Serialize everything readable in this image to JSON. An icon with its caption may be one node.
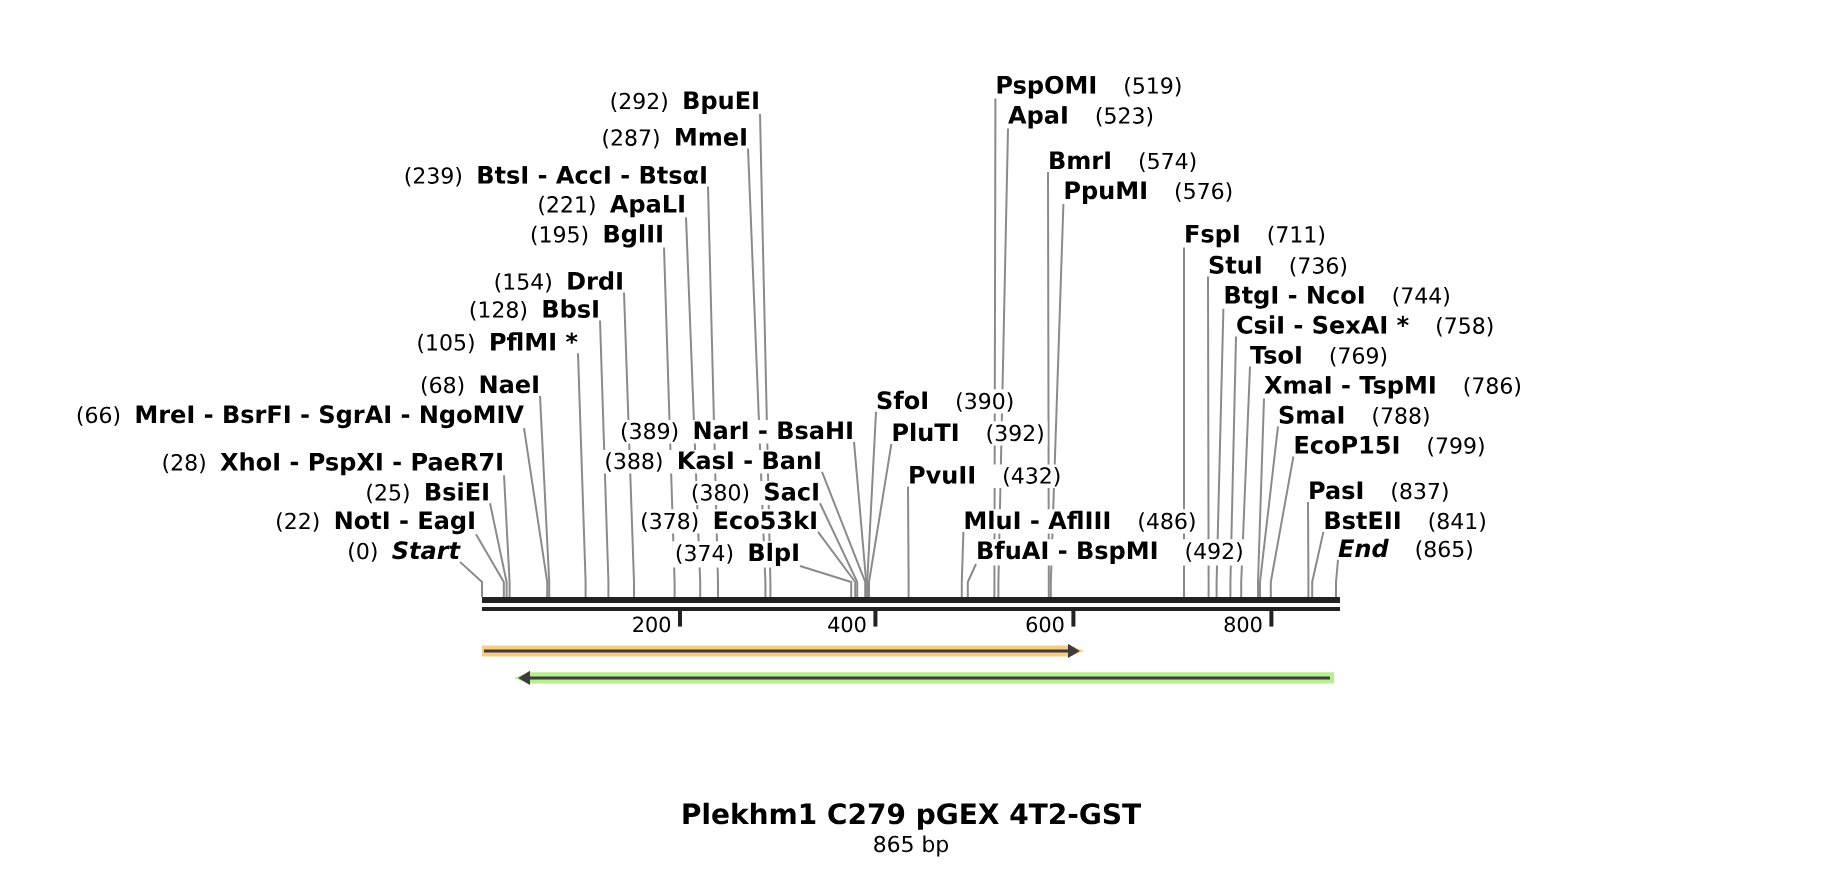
{
  "diagram": {
    "title": "Plekhm1 C279 pGEX 4T2-GST",
    "caption": "865 bp",
    "nodes": [
      {
        "text": [
          "(0)",
          "Start"
        ]
      },
      {
        "text": [
          "(22)",
          "NotI - EagI"
        ]
      },
      {
        "text": [
          "(25)",
          "BsiEI"
        ]
      },
      {
        "text": [
          "(28)",
          "XhoI - PspXI - PaeR7I"
        ]
      },
      {
        "text": [
          "(66)",
          "MreI - BsrFI - SgrAI - NgoMIV"
        ]
      },
      {
        "text": [
          "(68)",
          "NaeI"
        ]
      },
      {
        "text": [
          "(105)",
          "PflMI *"
        ]
      },
      {
        "text": [
          "(128)",
          "BbsI"
        ]
      },
      {
        "text": [
          "(154)",
          "DrdI"
        ]
      },
      {
        "text": [
          "(195)",
          "BglII"
        ]
      },
      {
        "text": [
          "(221)",
          "ApaLI"
        ]
      },
      {
        "text": [
          "(239)",
          "BtsI - AccI - BtsαI"
        ]
      },
      {
        "text": [
          "(287)",
          "MmeI"
        ]
      },
      {
        "text": [
          "(292)",
          "BpuEI"
        ]
      },
      {
        "text": [
          "(374)",
          "BlpI"
        ]
      },
      {
        "text": [
          "(378)",
          "Eco53kI"
        ]
      },
      {
        "text": [
          "(380)",
          "SacI"
        ]
      },
      {
        "text": [
          "(388)",
          "KasI - BanI"
        ]
      },
      {
        "text": [
          "(389)",
          "NarI - BsaHI"
        ]
      },
      {
        "text": [
          "SfoI",
          "(390)"
        ]
      },
      {
        "text": [
          "PluTI",
          "(392)"
        ]
      },
      {
        "text": [
          "PvuII",
          "(432)"
        ]
      },
      {
        "text": [
          "MluI - AflIII",
          "(486)"
        ]
      },
      {
        "text": [
          "BfuAI - BspMI",
          "(492)"
        ]
      },
      {
        "text": [
          "PspOMI",
          "(519)"
        ]
      },
      {
        "text": [
          "ApaI",
          "(523)"
        ]
      },
      {
        "text": [
          "BmrI",
          "(574)"
        ]
      },
      {
        "text": [
          "PpuMI",
          "(576)"
        ]
      },
      {
        "text": [
          "FspI",
          "(711)"
        ]
      },
      {
        "text": [
          "StuI",
          "(736)"
        ]
      },
      {
        "text": [
          "BtgI - NcoI",
          "(744)"
        ]
      },
      {
        "text": [
          "CsiI - SexAI *",
          "(758)"
        ]
      },
      {
        "text": [
          "TsoI",
          "(769)"
        ]
      },
      {
        "text": [
          "XmaI - TspMI",
          "(786)"
        ]
      },
      {
        "text": [
          "SmaI",
          "(788)"
        ]
      },
      {
        "text": [
          "EcoP15I",
          "(799)"
        ]
      },
      {
        "text": [
          "PasI",
          "(837)"
        ]
      },
      {
        "text": [
          "BstEII",
          "(841)"
        ]
      },
      {
        "text": [
          "End",
          "(865)"
        ]
      },
      {
        "text": [],
        "shape": "bar"
      }
    ],
    "edges": [
      {
        "from": 0,
        "to": 39,
        "arrow": "none"
      },
      {
        "from": 1,
        "to": 39,
        "arrow": "none"
      },
      {
        "from": 2,
        "to": 39,
        "arrow": "none"
      },
      {
        "from": 3,
        "to": 39,
        "arrow": "none"
      },
      {
        "from": 4,
        "to": 39,
        "arrow": "none"
      },
      {
        "from": 5,
        "to": 39,
        "arrow": "none"
      },
      {
        "from": 6,
        "to": 39,
        "arrow": "none"
      },
      {
        "from": 7,
        "to": 39,
        "arrow": "none"
      },
      {
        "from": 8,
        "to": 39,
        "arrow": "none"
      },
      {
        "from": 9,
        "to": 39,
        "arrow": "none"
      },
      {
        "from": 10,
        "to": 39,
        "arrow": "none"
      },
      {
        "from": 11,
        "to": 39,
        "arrow": "none"
      },
      {
        "from": 12,
        "to": 39,
        "arrow": "none"
      },
      {
        "from": 13,
        "to": 39,
        "arrow": "none"
      },
      {
        "from": 14,
        "to": 39,
        "arrow": "none"
      },
      {
        "from": 15,
        "to": 39,
        "arrow": "none"
      },
      {
        "from": 16,
        "to": 39,
        "arrow": "none"
      },
      {
        "from": 17,
        "to": 39,
        "arrow": "none"
      },
      {
        "from": 18,
        "to": 39,
        "arrow": "none"
      },
      {
        "from": 19,
        "to": 39,
        "arrow": "none"
      },
      {
        "from": 20,
        "to": 39,
        "arrow": "none"
      },
      {
        "from": 21,
        "to": 39,
        "arrow": "none"
      },
      {
        "from": 22,
        "to": 39,
        "arrow": "none"
      },
      {
        "from": 23,
        "to": 39,
        "arrow": "none"
      },
      {
        "from": 24,
        "to": 39,
        "arrow": "none"
      },
      {
        "from": 25,
        "to": 39,
        "arrow": "none"
      },
      {
        "from": 26,
        "to": 39,
        "arrow": "none"
      },
      {
        "from": 27,
        "to": 39,
        "arrow": "none"
      },
      {
        "from": 28,
        "to": 39,
        "arrow": "none"
      },
      {
        "from": 29,
        "to": 39,
        "arrow": "none"
      },
      {
        "from": 30,
        "to": 39,
        "arrow": "none"
      },
      {
        "from": 31,
        "to": 39,
        "arrow": "none"
      },
      {
        "from": 32,
        "to": 39,
        "arrow": "none"
      },
      {
        "from": 33,
        "to": 39,
        "arrow": "none"
      },
      {
        "from": 34,
        "to": 39,
        "arrow": "none"
      },
      {
        "from": 35,
        "to": 39,
        "arrow": "none"
      },
      {
        "from": 36,
        "to": 39,
        "arrow": "none"
      },
      {
        "from": 37,
        "to": 39,
        "arrow": "none"
      },
      {
        "from": 38,
        "to": 39,
        "arrow": "none"
      }
    ],
    "labels": [
      "200",
      "400",
      "600",
      "800"
    ]
  }
}
